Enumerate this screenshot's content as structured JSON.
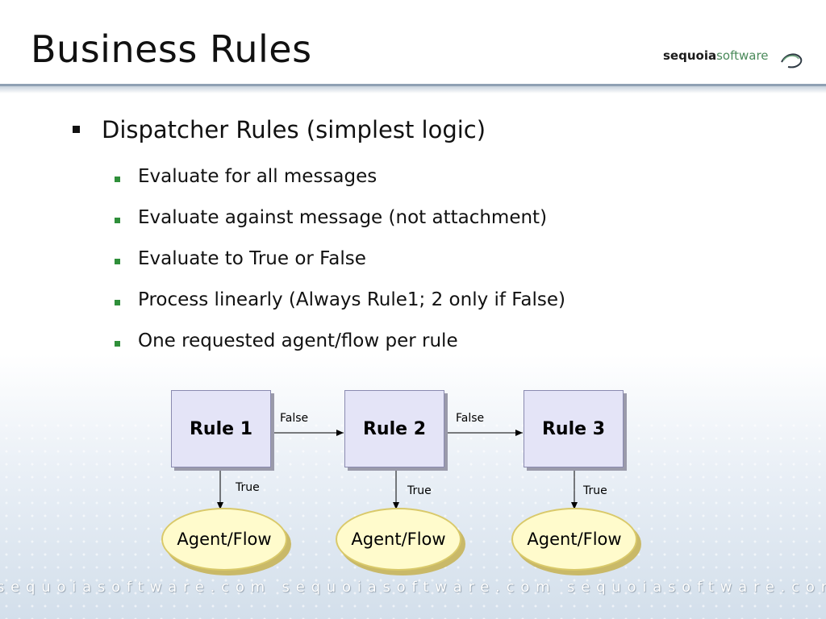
{
  "title": "Business Rules",
  "logo": {
    "bold": "sequoia",
    "light": "software"
  },
  "bullets": {
    "main": "Dispatcher Rules (simplest logic)",
    "sub": [
      "Evaluate for all messages",
      "Evaluate against message (not attachment)",
      "Evaluate to True or False",
      "Process linearly (Always Rule1; 2 only if False)",
      "One requested agent/flow per rule"
    ]
  },
  "diagram": {
    "rules": [
      "Rule 1",
      "Rule 2",
      "Rule 3"
    ],
    "false_labels": [
      "False",
      "False"
    ],
    "true_labels": [
      "True",
      "True",
      "True"
    ],
    "flows": [
      "Agent/Flow",
      "Agent/Flow",
      "Agent/Flow"
    ]
  },
  "footer": "sequoiasoftware.com sequoiasoftware.com sequoiasoftware.com sequoiasoftware.com"
}
